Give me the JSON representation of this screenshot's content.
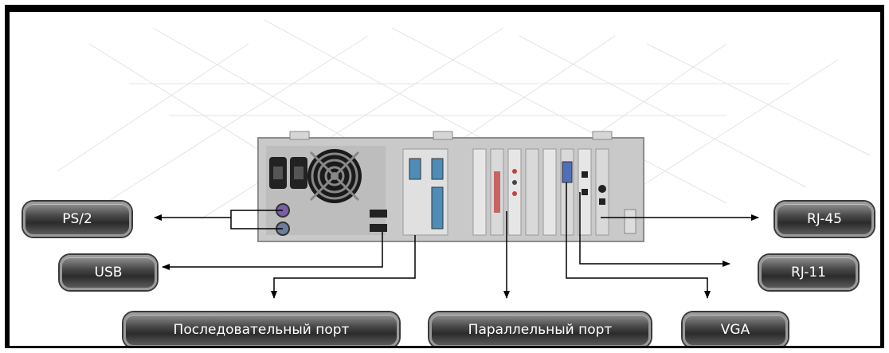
{
  "labels": {
    "ps2": "PS/2",
    "usb": "USB",
    "serial": "Последовательный порт",
    "parallel": "Параллельный порт",
    "vga": "VGA",
    "rj45": "RJ-45",
    "rj11": "RJ-11"
  }
}
